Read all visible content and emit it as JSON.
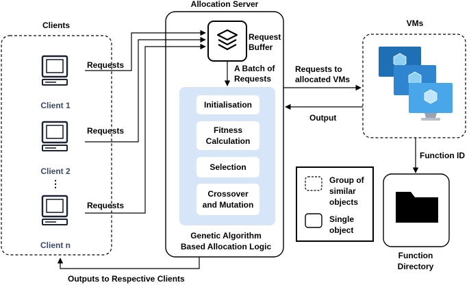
{
  "title_allocation_server": "Allocation Server",
  "clients": {
    "title": "Clients",
    "items": [
      "Client 1",
      "Client 2",
      "Client n"
    ],
    "ellipsis": "⋮",
    "request_label": "Requests"
  },
  "request_buffer": {
    "label": "Request\nBuffer",
    "icon": "stack-layers-icon"
  },
  "batch_label": "A Batch of\nRequests",
  "ga_steps": [
    "Initialisation",
    "Fitness\nCalculation",
    "Selection",
    "Crossover\nand Mutation"
  ],
  "ga_label": "Genetic Algorithm\nBased Allocation Logic",
  "vms": {
    "title": "VMs",
    "icon": "virtual-machine-icon"
  },
  "requests_to_vms_label": "Requests to\nallocated VMs",
  "output_label": "Output",
  "function_id_label": "Function ID",
  "function_directory_label": "Function\nDirectory",
  "outputs_label": "Outputs to Respective Clients",
  "legend": {
    "group_label": "Group of\nsimilar\nobjects",
    "single_label": "Single\nobject"
  },
  "colors": {
    "ga_panel": "#d6e6f8",
    "vm_dark": "#1f6fb5",
    "vm_light": "#49a6e8",
    "client_text": "#3b4a66"
  }
}
